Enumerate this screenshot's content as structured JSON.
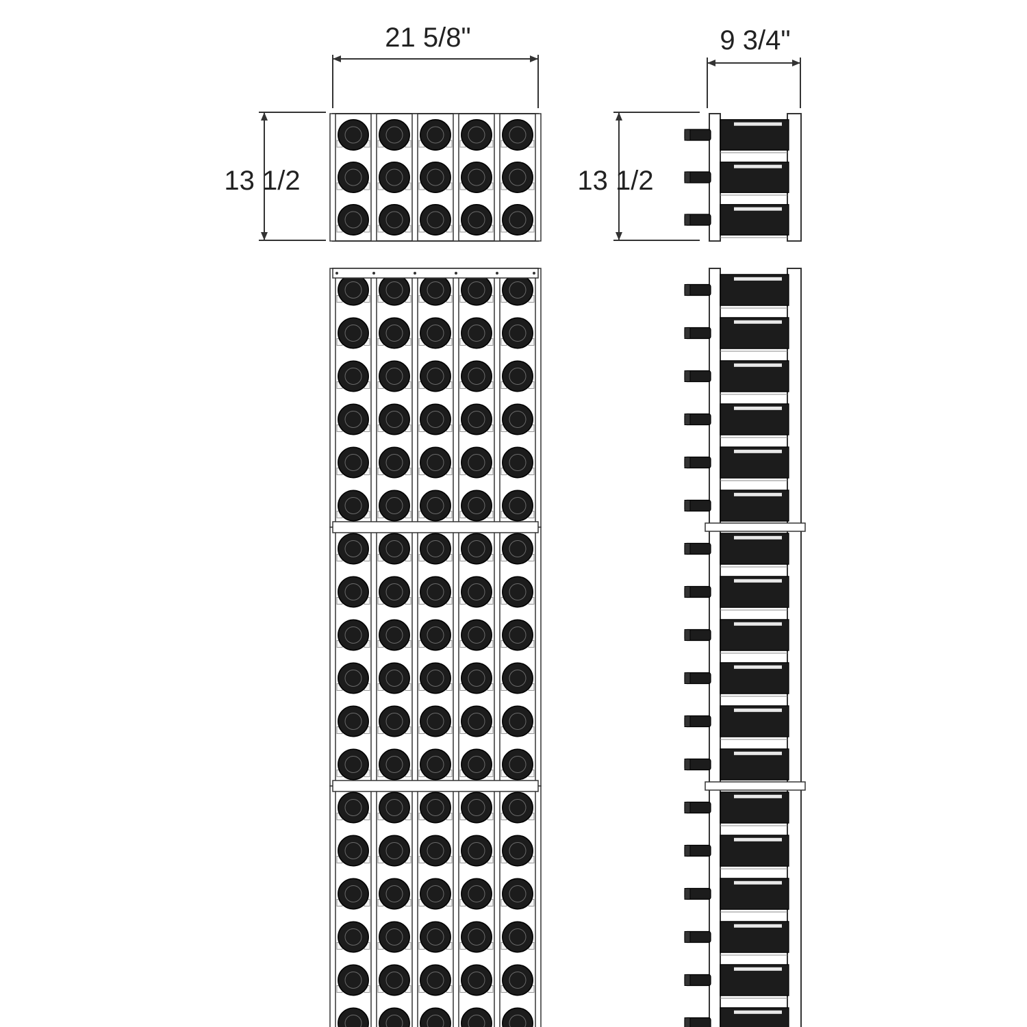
{
  "dimensions": {
    "top_front_width": "21 5/8\"",
    "top_front_height": "13 1/2",
    "top_side_depth": "9 3/4\"",
    "top_side_height": "13 1/2"
  },
  "rack": {
    "columns": 5,
    "module_rows": 3,
    "tall_module_rows": 6,
    "tall_modules": 3
  },
  "colors": {
    "line": "#333333",
    "frame_fill": "#ffffff",
    "bottle": "#1c1c1c",
    "bottle_highlight": "#6a6a6a",
    "label": "#e8e8e8"
  }
}
